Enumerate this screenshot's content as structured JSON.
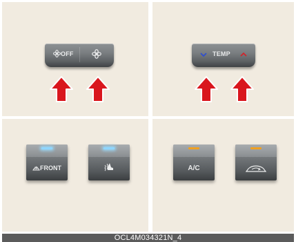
{
  "panels": {
    "fan": {
      "off_label": "OFF",
      "icons": [
        "fan-icon",
        "fan-icon"
      ]
    },
    "temp": {
      "label": "TEMP",
      "icons": [
        "chevron-down-icon",
        "chevron-up-icon"
      ],
      "colors": {
        "down": "#2f4fd0",
        "up": "#d0252b"
      }
    },
    "defrost": {
      "front_label": "FRONT",
      "icons": [
        "front-defrost-icon",
        "seat-heat-icon"
      ]
    },
    "ac": {
      "ac_label": "A/C",
      "icons": [
        "recirculation-icon"
      ]
    }
  },
  "caption": "OCL4M034321N_4",
  "colors": {
    "background": "#f1ebe0",
    "arrow": "#d9161d",
    "button": "#6f7376",
    "indicator_blue": "#8fd6ff",
    "indicator_amber": "#f0a020"
  }
}
